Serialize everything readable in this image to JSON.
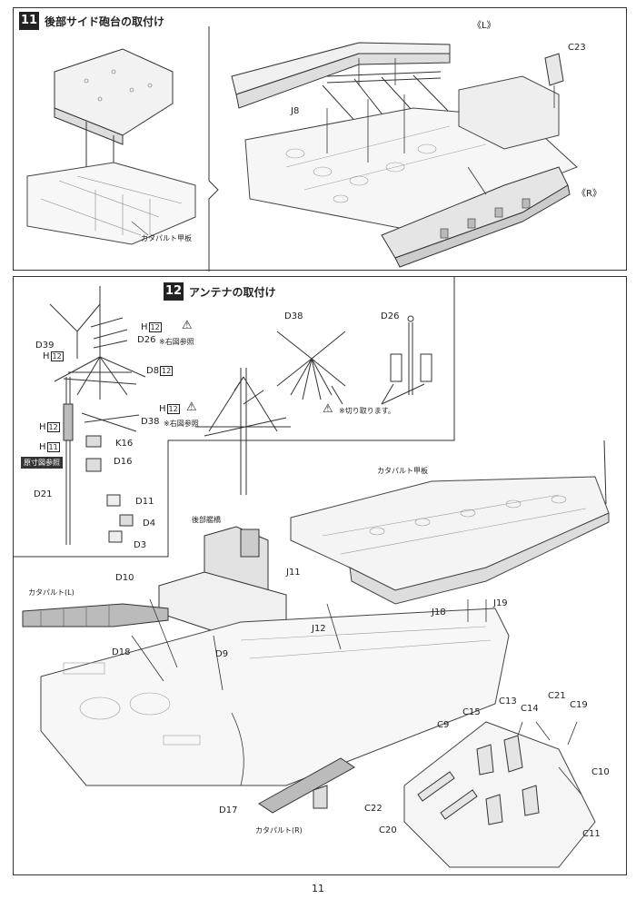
{
  "steps": [
    {
      "number": "11",
      "title": "後部サイド砲台の取付け"
    },
    {
      "number": "12",
      "title": "アンテナの取付け"
    }
  ],
  "step11_labels": {
    "L": "《L》",
    "R": "《R》",
    "C23": "C23",
    "J8": "J8",
    "catapult_deck": "カタパルト甲板"
  },
  "step12_labels": {
    "D39": "D39",
    "H12a": "H",
    "H12a_box": "12",
    "D26": "D26",
    "D26_note": "※右図参照",
    "D8": "D8",
    "H12b_box": "12",
    "H12c": "H",
    "H12c_box": "12",
    "D38": "D38",
    "D38_note": "※右図参照",
    "H12d": "H",
    "H12d_box": "12",
    "K16": "K16",
    "H11": "H",
    "H11_box": "11",
    "D16": "D16",
    "ref_tag": "原寸図参照",
    "D21": "D21",
    "D11": "D11",
    "D4": "D4",
    "D3": "D3",
    "detail_D38": "D38",
    "detail_D26": "D26",
    "cut_note": "※切り取ります。",
    "catapult_deck": "カタパルト甲板",
    "rear_bridge": "後部艦橋",
    "catapult_L": "カタパルト(L)",
    "D10": "D10",
    "D18": "D18",
    "D9": "D9",
    "J11": "J11",
    "J12": "J12",
    "J18": "J18",
    "J19": "J19",
    "D17": "D17",
    "catapult_R": "カタパルト(R)",
    "C9": "C9",
    "C15": "C15",
    "C13": "C13",
    "C14": "C14",
    "C21": "C21",
    "C19": "C19",
    "C10": "C10",
    "C22": "C22",
    "C20": "C20",
    "C11": "C11"
  },
  "page_number": "11"
}
